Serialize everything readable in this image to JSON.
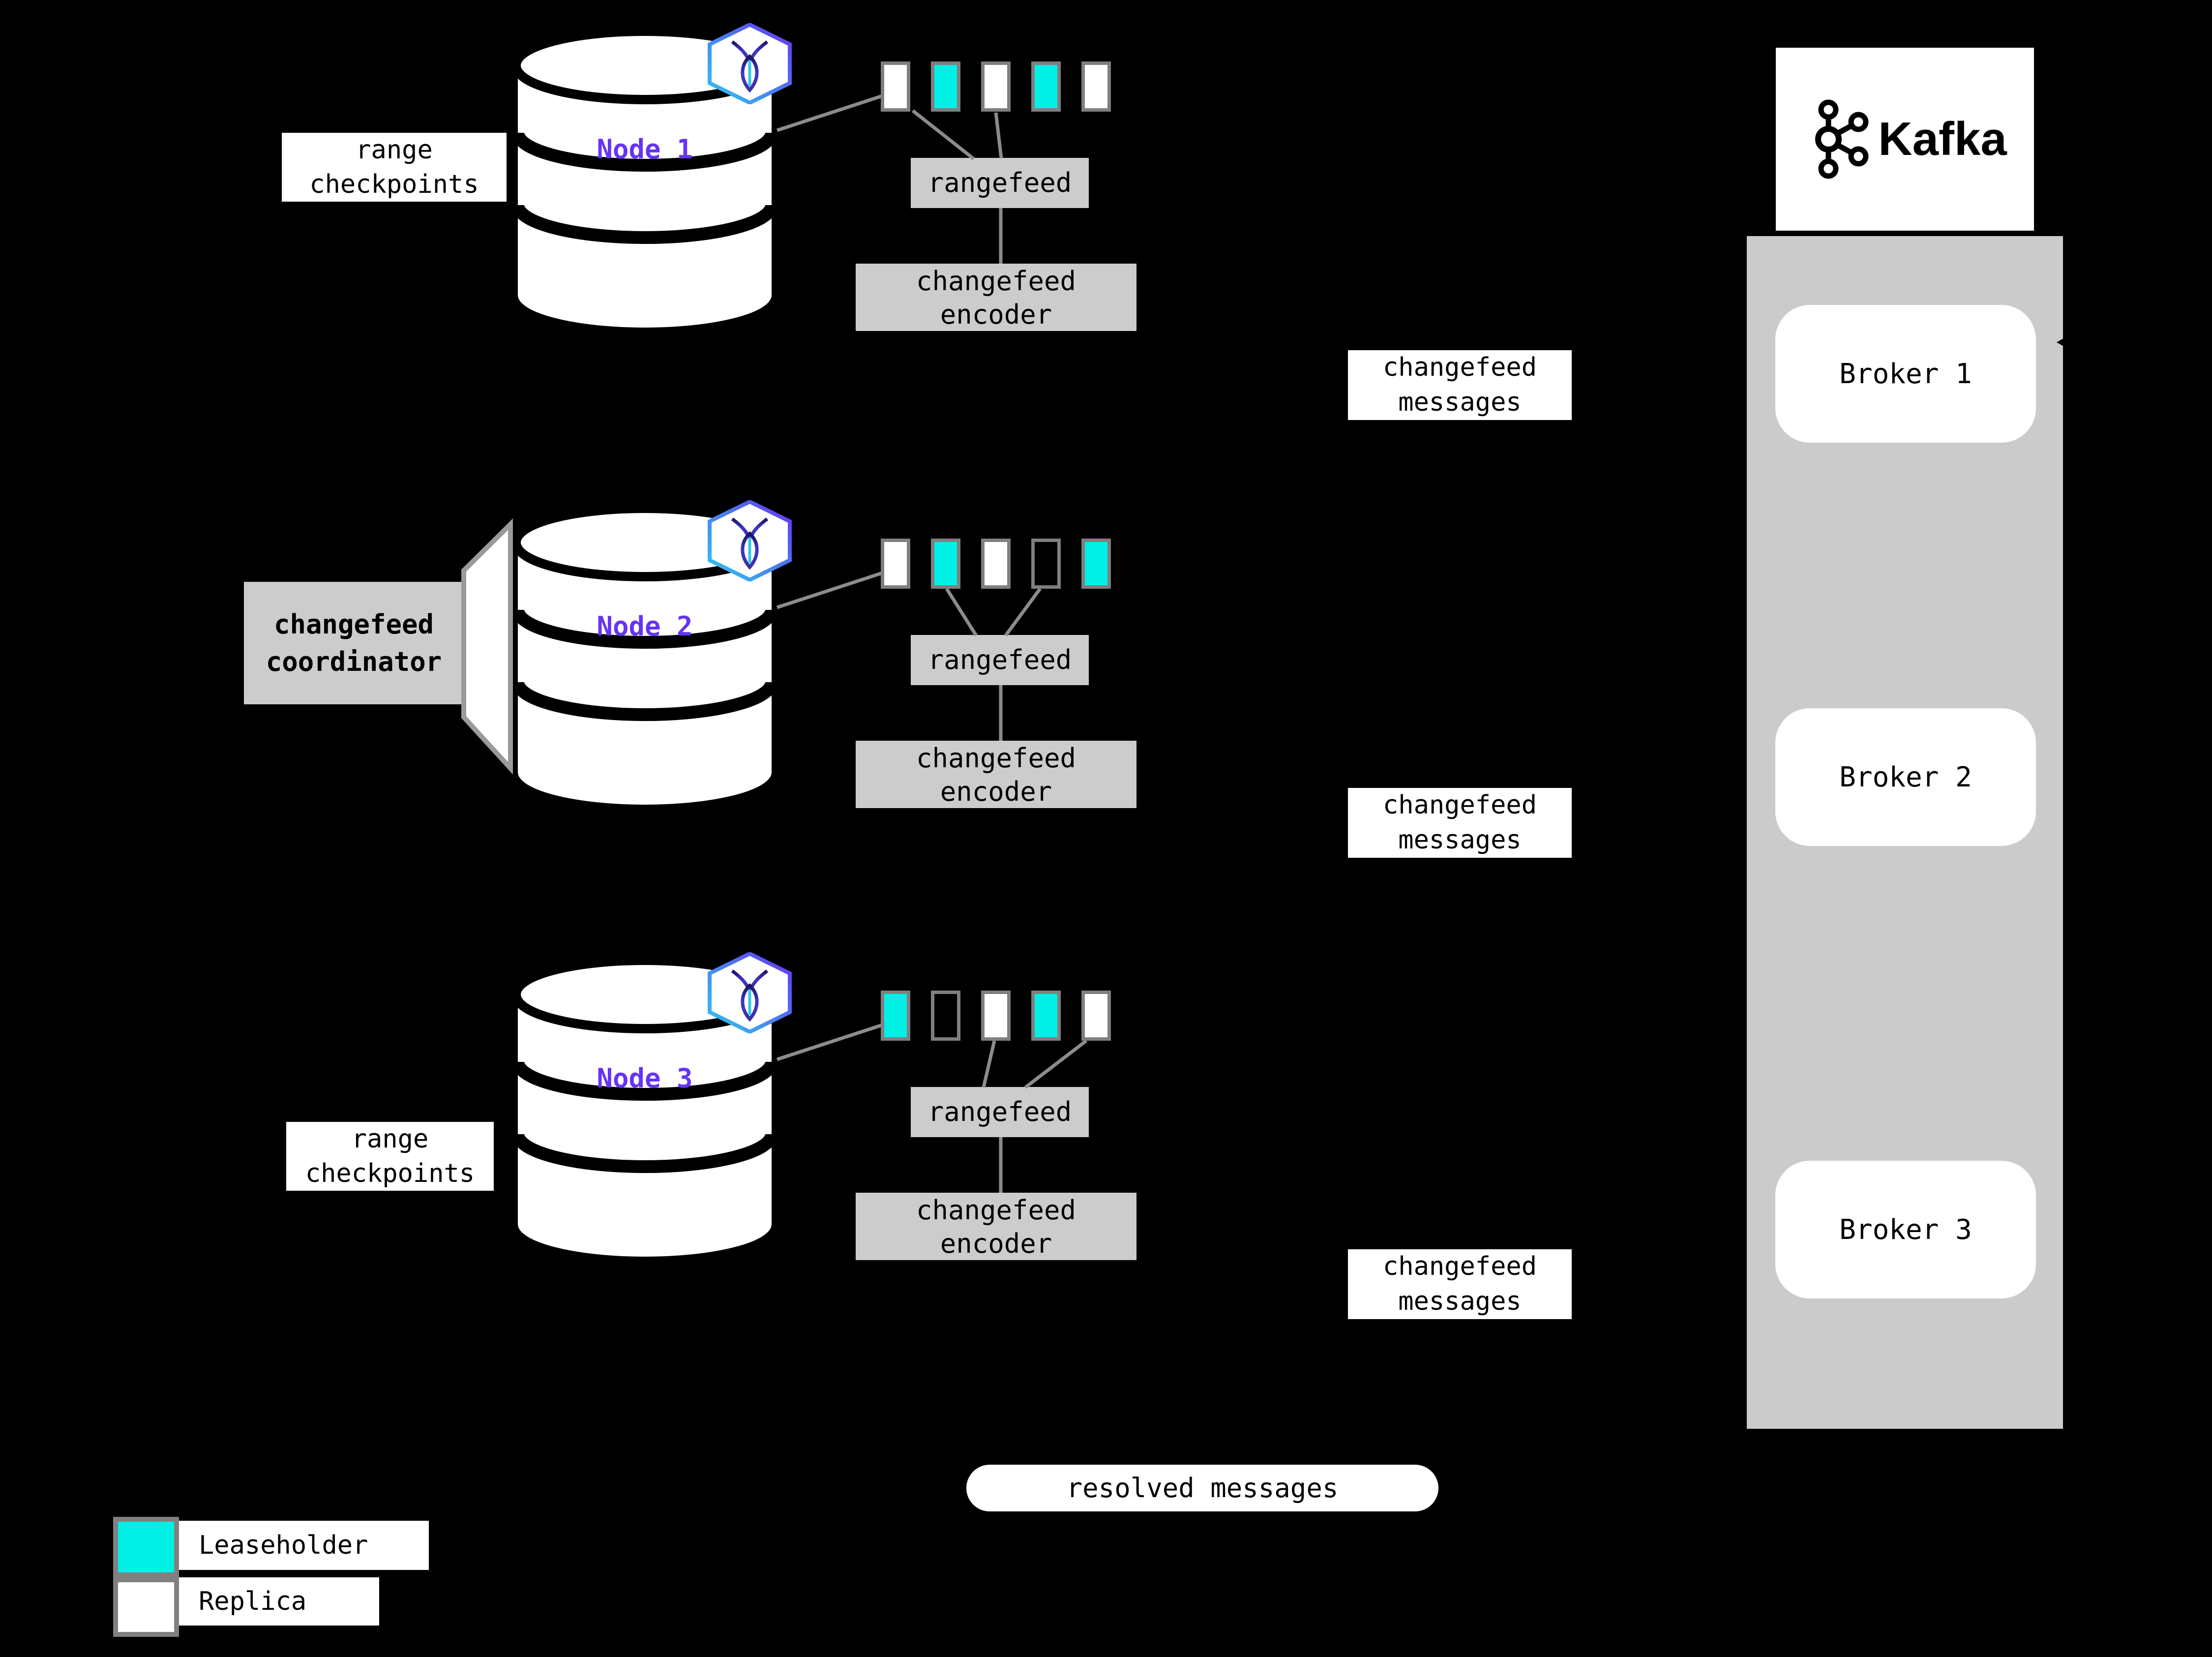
{
  "colors": {
    "background": "#000000",
    "leaseholder_cyan": "#00F0E6",
    "node_purple": "#6633F5",
    "panel_gray": "#CBCBCB",
    "box_gray": "#CCCCCC",
    "connector_gray": "#8C8C8C",
    "range_border_gray": "#7F7F7F"
  },
  "labels": {
    "range_checkpoints_line1": "range",
    "range_checkpoints_line2": "checkpoints",
    "rangefeed": "rangefeed",
    "encoder_line1": "changefeed",
    "encoder_line2": "encoder",
    "messages_line1": "changefeed",
    "messages_line2": "messages",
    "coordinator_line1": "changefeed",
    "coordinator_line2": "coordinator",
    "resolved_messages": "resolved messages"
  },
  "nodes": [
    {
      "name": "Node 1",
      "ranges": [
        "replica",
        "leaseholder",
        "replica",
        "leaseholder",
        "replica"
      ]
    },
    {
      "name": "Node 2",
      "ranges": [
        "replica",
        "leaseholder",
        "replica",
        "empty",
        "leaseholder"
      ]
    },
    {
      "name": "Node 3",
      "ranges": [
        "leaseholder",
        "empty",
        "replica",
        "leaseholder",
        "replica"
      ]
    }
  ],
  "kafka": {
    "wordmark": "Kafka",
    "brokers": [
      "Broker 1",
      "Broker 2",
      "Broker 3"
    ]
  },
  "legend": {
    "leaseholder_label": "Leaseholder",
    "replica_label": "Replica"
  }
}
